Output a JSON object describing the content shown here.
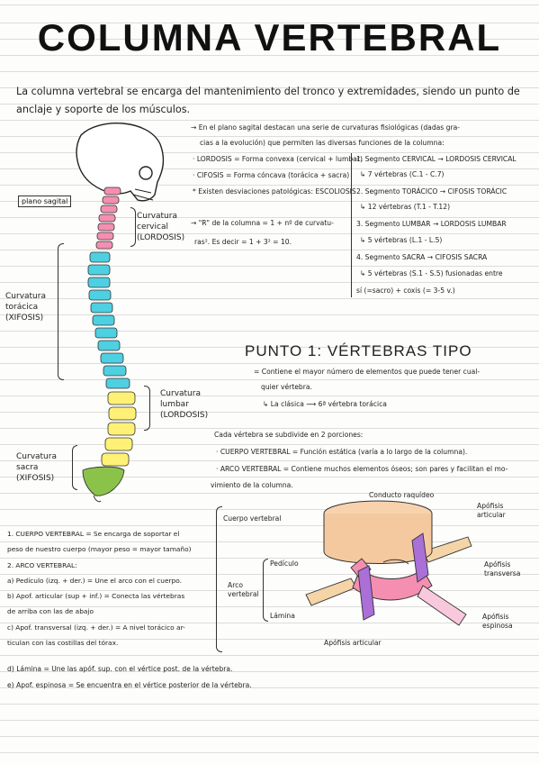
{
  "title": "COLUMNA VERTEBRAL",
  "intro": "La columna vertebral se encarga del mantenimiento del tronco y extremidades, siendo un punto de anclaje y soporte de los músculos.",
  "spine_labels": {
    "plano_sagital": "plano sagital",
    "cervical": [
      "Curvatura",
      "cervical",
      "(LORDOSIS)"
    ],
    "toracica": [
      "Curvatura",
      "torácica",
      "(XIFOSIS)"
    ],
    "lumbar": [
      "Curvatura",
      "lumbar",
      "(LORDOSIS)"
    ],
    "sacra": [
      "Curvatura",
      "sacra",
      "(XIFOSIS)"
    ]
  },
  "sagital": {
    "line1": "→ En el plano sagital destacan una serie de curvaturas fisiológicas (dadas gra-",
    "line2": "cias a la evolución) que permiten las diversas funciones de la columna:",
    "bullets": [
      "· LORDOSIS = Forma convexa (cervical + lumbar)",
      "· CIFOSIS = Forma cóncava (torácica + sacra)",
      "* Existen desviaciones patológicas: ESCOLIOSIS"
    ],
    "formula1": "→ \"R\" de la columna = 1 + nº de curvatu-",
    "formula2": "ras². Es decir = 1 + 3² = 10."
  },
  "segments": [
    {
      "line": "1. Segmento CERVICAL → LORDOSIS CERVICAL",
      "sub": "↳ 7 vértebras (C.1 - C.7)"
    },
    {
      "line": "2. Segmento TORÁCICO → CIFOSIS TORÁCIC",
      "sub": "↳ 12 vértebras (T.1 - T.12)"
    },
    {
      "line": "3. Segmento LUMBAR → LORDOSIS LUMBAR",
      "sub": "↳ 5 vértebras (L.1 - L.5)"
    },
    {
      "line": "4. Segmento SACRA → CIFOSIS SACRA",
      "sub": "↳ 5 vértebras (S.1 - S.5) fusionadas entre"
    }
  ],
  "segments_end": "sí (=sacro) + coxis (= 3-5 v.)",
  "punto1": {
    "heading": "PUNTO 1: VÉRTEBRAS TIPO",
    "line1": "= Contiene el mayor número de elementos que puede tener cual-",
    "line2": "quier vértebra.",
    "line3": "↳ La clásica ⟿ 6ª vértebra torácica",
    "portions": "Cada vértebra se subdivide en 2 porciones:",
    "cuerpo": "· CUERPO VERTEBRAL = Función estática (varía a lo largo de la columna).",
    "arco1": "· ARCO VERTEBRAL = Contiene muchos elementos óseos; son pares y facilitan el mo-",
    "arco2": "vimiento de la columna."
  },
  "diagram": {
    "cuerpo": "Cuerpo vertebral",
    "arco": [
      "Arco",
      "vertebral"
    ],
    "pediculo": "Pedículo",
    "lamina": "Lámina",
    "conducto": "Conducto raquídeo",
    "articular": [
      "Apófisis",
      "articular"
    ],
    "transversa": [
      "Apófisis",
      "transversa"
    ],
    "espinosa": [
      "Apófisis",
      "espinosa"
    ],
    "articular_bottom": "Apófisis articular"
  },
  "list": {
    "l1": "1. CUERPO VERTEBRAL = Se encarga de soportar el",
    "l1b": "peso de nuestro cuerpo (mayor peso = mayor tamaño)",
    "l2": "2. ARCO VERTEBRAL:",
    "a": "a) Pedículo (izq. + der.) = Une el arco con el cuerpo.",
    "b": "b) Apof. articular (sup + inf.) = Conecta las vértebras",
    "b2": "de arriba con las de abajo",
    "c": "c) Apof. transversal (izq. + der.) = A nivel torácico ar-",
    "c2": "ticulan con las costillas del tórax.",
    "d": "d) Lámina = Une las apóf. sup. con el vértice post. de la vértebra.",
    "e": "e) Apof. espinosa = Se encuentra en el vértice posterior de la vértebra."
  },
  "colors": {
    "cervical": "#f48fb1",
    "toracica": "#4dd0e1",
    "lumbar": "#fff176",
    "sacra": "#8bc34a",
    "body": "#f5c9a0",
    "arch": "#f48fb1",
    "process": "#ab6fd8"
  }
}
